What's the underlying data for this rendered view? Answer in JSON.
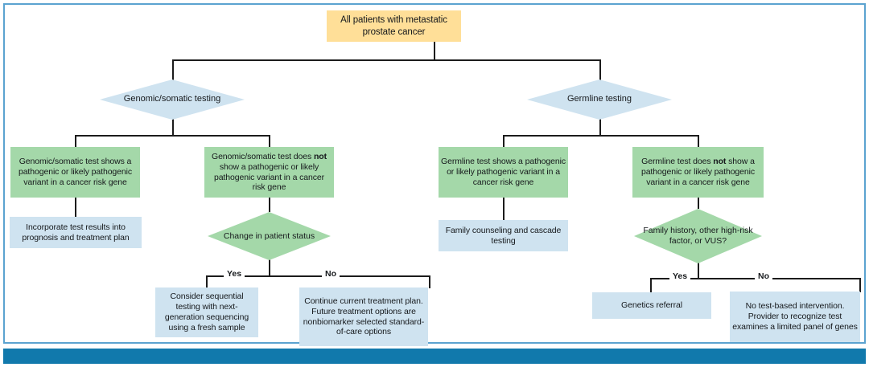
{
  "figure": {
    "title": "Metastatic prostate cancer genomic and germline testing decision flowchart",
    "accent_border_color": "#5ba3d0",
    "footer_bar_color": "#1179ac",
    "palette": {
      "start_box": "#ffdf98",
      "result_box": "#a4d8a9",
      "action_box": "#cfe3f0",
      "decision_blue": "#cfe3f0",
      "decision_green": "#a4d8a9",
      "connector": "#1c1c1c"
    }
  },
  "nodes": {
    "start": {
      "id": "all-patients",
      "shape": "box",
      "color": "#ffdf98",
      "text": "All patients with metastatic prostate cancer"
    },
    "decision_genomic": {
      "id": "genomic-somatic-testing",
      "shape": "diamond",
      "color": "#cfe3f0",
      "text": "Genomic/somatic testing"
    },
    "decision_germline": {
      "id": "germline-testing",
      "shape": "diamond",
      "color": "#cfe3f0",
      "text": "Germline testing"
    },
    "genomic_positive": {
      "id": "genomic-test-shows-variant",
      "shape": "box",
      "color": "#a4d8a9",
      "text_parts": [
        "Genomic/somatic test shows a pathogenic or likely pathogenic variant in a cancer risk gene"
      ],
      "html": "Genomic/somatic test shows a pathogenic or likely pathogenic variant in a cancer risk gene"
    },
    "genomic_negative": {
      "id": "genomic-test-does-not-show-variant",
      "shape": "box",
      "color": "#a4d8a9",
      "html": "Genomic/somatic test does <b>not</b> show a pathogenic or likely pathogenic variant in a cancer risk gene"
    },
    "germline_positive": {
      "id": "germline-test-shows-variant",
      "shape": "box",
      "color": "#a4d8a9",
      "html": "Germline test shows a pathogenic or likely pathogenic variant in a cancer risk gene"
    },
    "germline_negative": {
      "id": "germline-test-does-not-show-variant",
      "shape": "box",
      "color": "#a4d8a9",
      "html": "Germline test does <b>not</b> show a pathogenic or likely pathogenic variant in a cancer risk gene"
    },
    "incorporate_results": {
      "id": "incorporate-test-results",
      "shape": "box",
      "color": "#cfe3f0",
      "html": "Incorporate test results into prognosis and treatment plan"
    },
    "decision_change_status": {
      "id": "change-in-patient-status",
      "shape": "diamond",
      "color": "#a4d8a9",
      "text": "Change in patient status"
    },
    "sequential_testing": {
      "id": "consider-sequential-testing",
      "shape": "box",
      "color": "#cfe3f0",
      "html": "Consider sequential testing with next-generation sequencing using a fresh sample"
    },
    "continue_treatment": {
      "id": "continue-current-treatment",
      "shape": "box",
      "color": "#cfe3f0",
      "html": "Continue current treatment plan. Future treatment options are nonbiomarker selected standard-of-care options"
    },
    "family_counseling": {
      "id": "family-counseling-cascade-testing",
      "shape": "box",
      "color": "#cfe3f0",
      "html": "Family counseling and cascade testing"
    },
    "decision_family_history": {
      "id": "family-history-high-risk-vus",
      "shape": "diamond",
      "color": "#a4d8a9",
      "text": "Family history, other high-risk factor, or VUS?"
    },
    "genetics_referral": {
      "id": "genetics-referral",
      "shape": "box",
      "color": "#cfe3f0",
      "html": "Genetics referral"
    },
    "no_intervention": {
      "id": "no-test-based-intervention",
      "shape": "box",
      "color": "#cfe3f0",
      "html": "No test-based intervention. Provider to recognize test examines a limited panel of genes"
    }
  },
  "branch_labels": {
    "left_yes": "Yes",
    "left_no": "No",
    "right_yes": "Yes",
    "right_no": "No"
  },
  "chart_data": {
    "type": "diagram",
    "diagram_kind": "flowchart",
    "edges": [
      {
        "from": "all-patients",
        "to": "genomic-somatic-testing",
        "label": ""
      },
      {
        "from": "all-patients",
        "to": "germline-testing",
        "label": ""
      },
      {
        "from": "genomic-somatic-testing",
        "to": "genomic-test-shows-variant",
        "label": ""
      },
      {
        "from": "genomic-somatic-testing",
        "to": "genomic-test-does-not-show-variant",
        "label": ""
      },
      {
        "from": "genomic-test-shows-variant",
        "to": "incorporate-test-results",
        "label": ""
      },
      {
        "from": "genomic-test-does-not-show-variant",
        "to": "change-in-patient-status",
        "label": ""
      },
      {
        "from": "change-in-patient-status",
        "to": "consider-sequential-testing",
        "label": "Yes"
      },
      {
        "from": "change-in-patient-status",
        "to": "continue-current-treatment",
        "label": "No"
      },
      {
        "from": "germline-testing",
        "to": "germline-test-shows-variant",
        "label": ""
      },
      {
        "from": "germline-testing",
        "to": "germline-test-does-not-show-variant",
        "label": ""
      },
      {
        "from": "germline-test-shows-variant",
        "to": "family-counseling-cascade-testing",
        "label": ""
      },
      {
        "from": "germline-test-does-not-show-variant",
        "to": "family-history-high-risk-vus",
        "label": ""
      },
      {
        "from": "family-history-high-risk-vus",
        "to": "genetics-referral",
        "label": "Yes"
      },
      {
        "from": "family-history-high-risk-vus",
        "to": "no-test-based-intervention",
        "label": "No"
      }
    ]
  }
}
